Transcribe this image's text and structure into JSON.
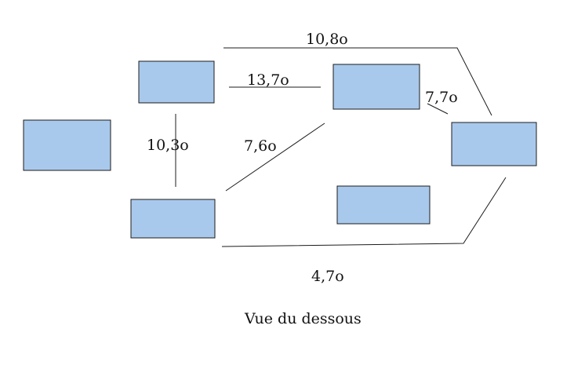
{
  "colors": {
    "box_fill": "#a9c9ec",
    "stroke": "#1c1c1c",
    "text": "#111111",
    "background": "#ffffff"
  },
  "edges": [
    {
      "id": "top",
      "label": "10,8o"
    },
    {
      "id": "upper-middle",
      "label": "13,7o"
    },
    {
      "id": "right-upper",
      "label": "7,7o"
    },
    {
      "id": "left-vertical",
      "label": "10,3o"
    },
    {
      "id": "diagonal",
      "label": "7,6o"
    },
    {
      "id": "bottom",
      "label": "4,7o"
    }
  ],
  "caption": "Vue du dessous"
}
